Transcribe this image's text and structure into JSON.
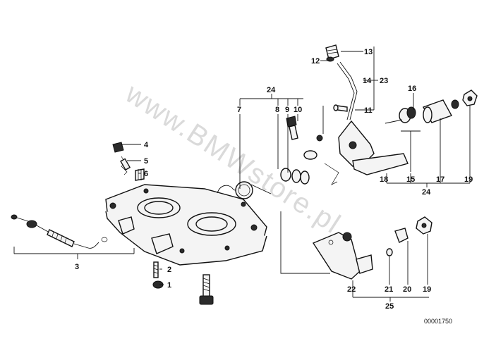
{
  "watermark": "www.BMWstore.pl",
  "reference_number": "00001750",
  "callouts": [
    "1",
    "2",
    "3",
    "4",
    "5",
    "6",
    "7",
    "8",
    "9",
    "10",
    "11",
    "12",
    "13",
    "14",
    "23",
    "16",
    "15",
    "17",
    "18",
    "19",
    "24",
    "20",
    "21",
    "22",
    "25"
  ],
  "group_labels": {
    "top_24": "24",
    "bottom_24": "24",
    "bottom_25": "25",
    "right_23": "23"
  }
}
